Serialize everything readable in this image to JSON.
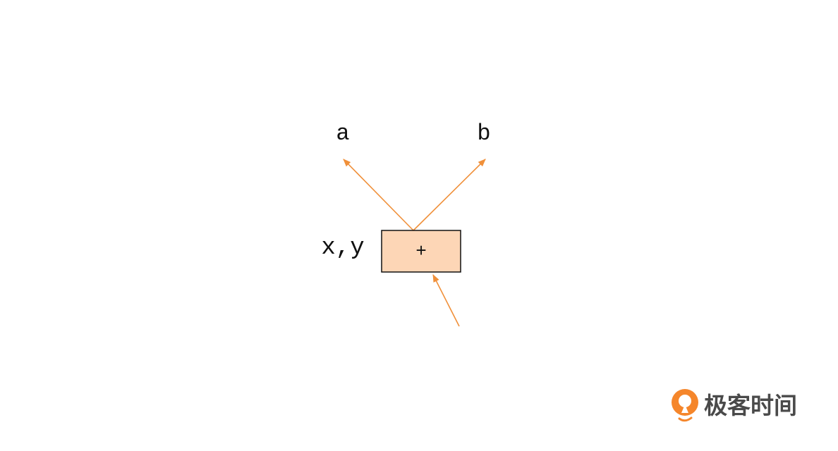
{
  "diagram": {
    "node": {
      "label": "+",
      "fill": "#fdd6b6",
      "stroke": "#111111"
    },
    "node_caption": "x,y",
    "targets": [
      {
        "id": "a",
        "label": "a"
      },
      {
        "id": "b",
        "label": "b"
      }
    ],
    "edge_color": "#f0903a"
  },
  "brand": {
    "name": "极客时间",
    "icon": "geektime-logo-icon",
    "color": "#f5862b"
  }
}
